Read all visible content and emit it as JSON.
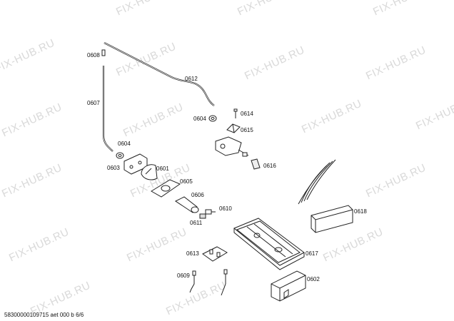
{
  "watermark": "FIX-HUB.RU",
  "footer": "58300000109715 aet 000 b 6/6",
  "parts": {
    "p0608": "0608",
    "p0607": "0607",
    "p0612": "0612",
    "p0604a": "0604",
    "p0614": "0614",
    "p0615": "0615",
    "p0604b": "0604",
    "p0603": "0603",
    "p0601": "0601",
    "p0616": "0616",
    "p0605": "0605",
    "p0606": "0606",
    "p0610": "0610",
    "p0611": "0611",
    "p0618": "0618",
    "p0613": "0613",
    "p0617": "0617",
    "p0609": "0609",
    "p0602": "0602"
  }
}
